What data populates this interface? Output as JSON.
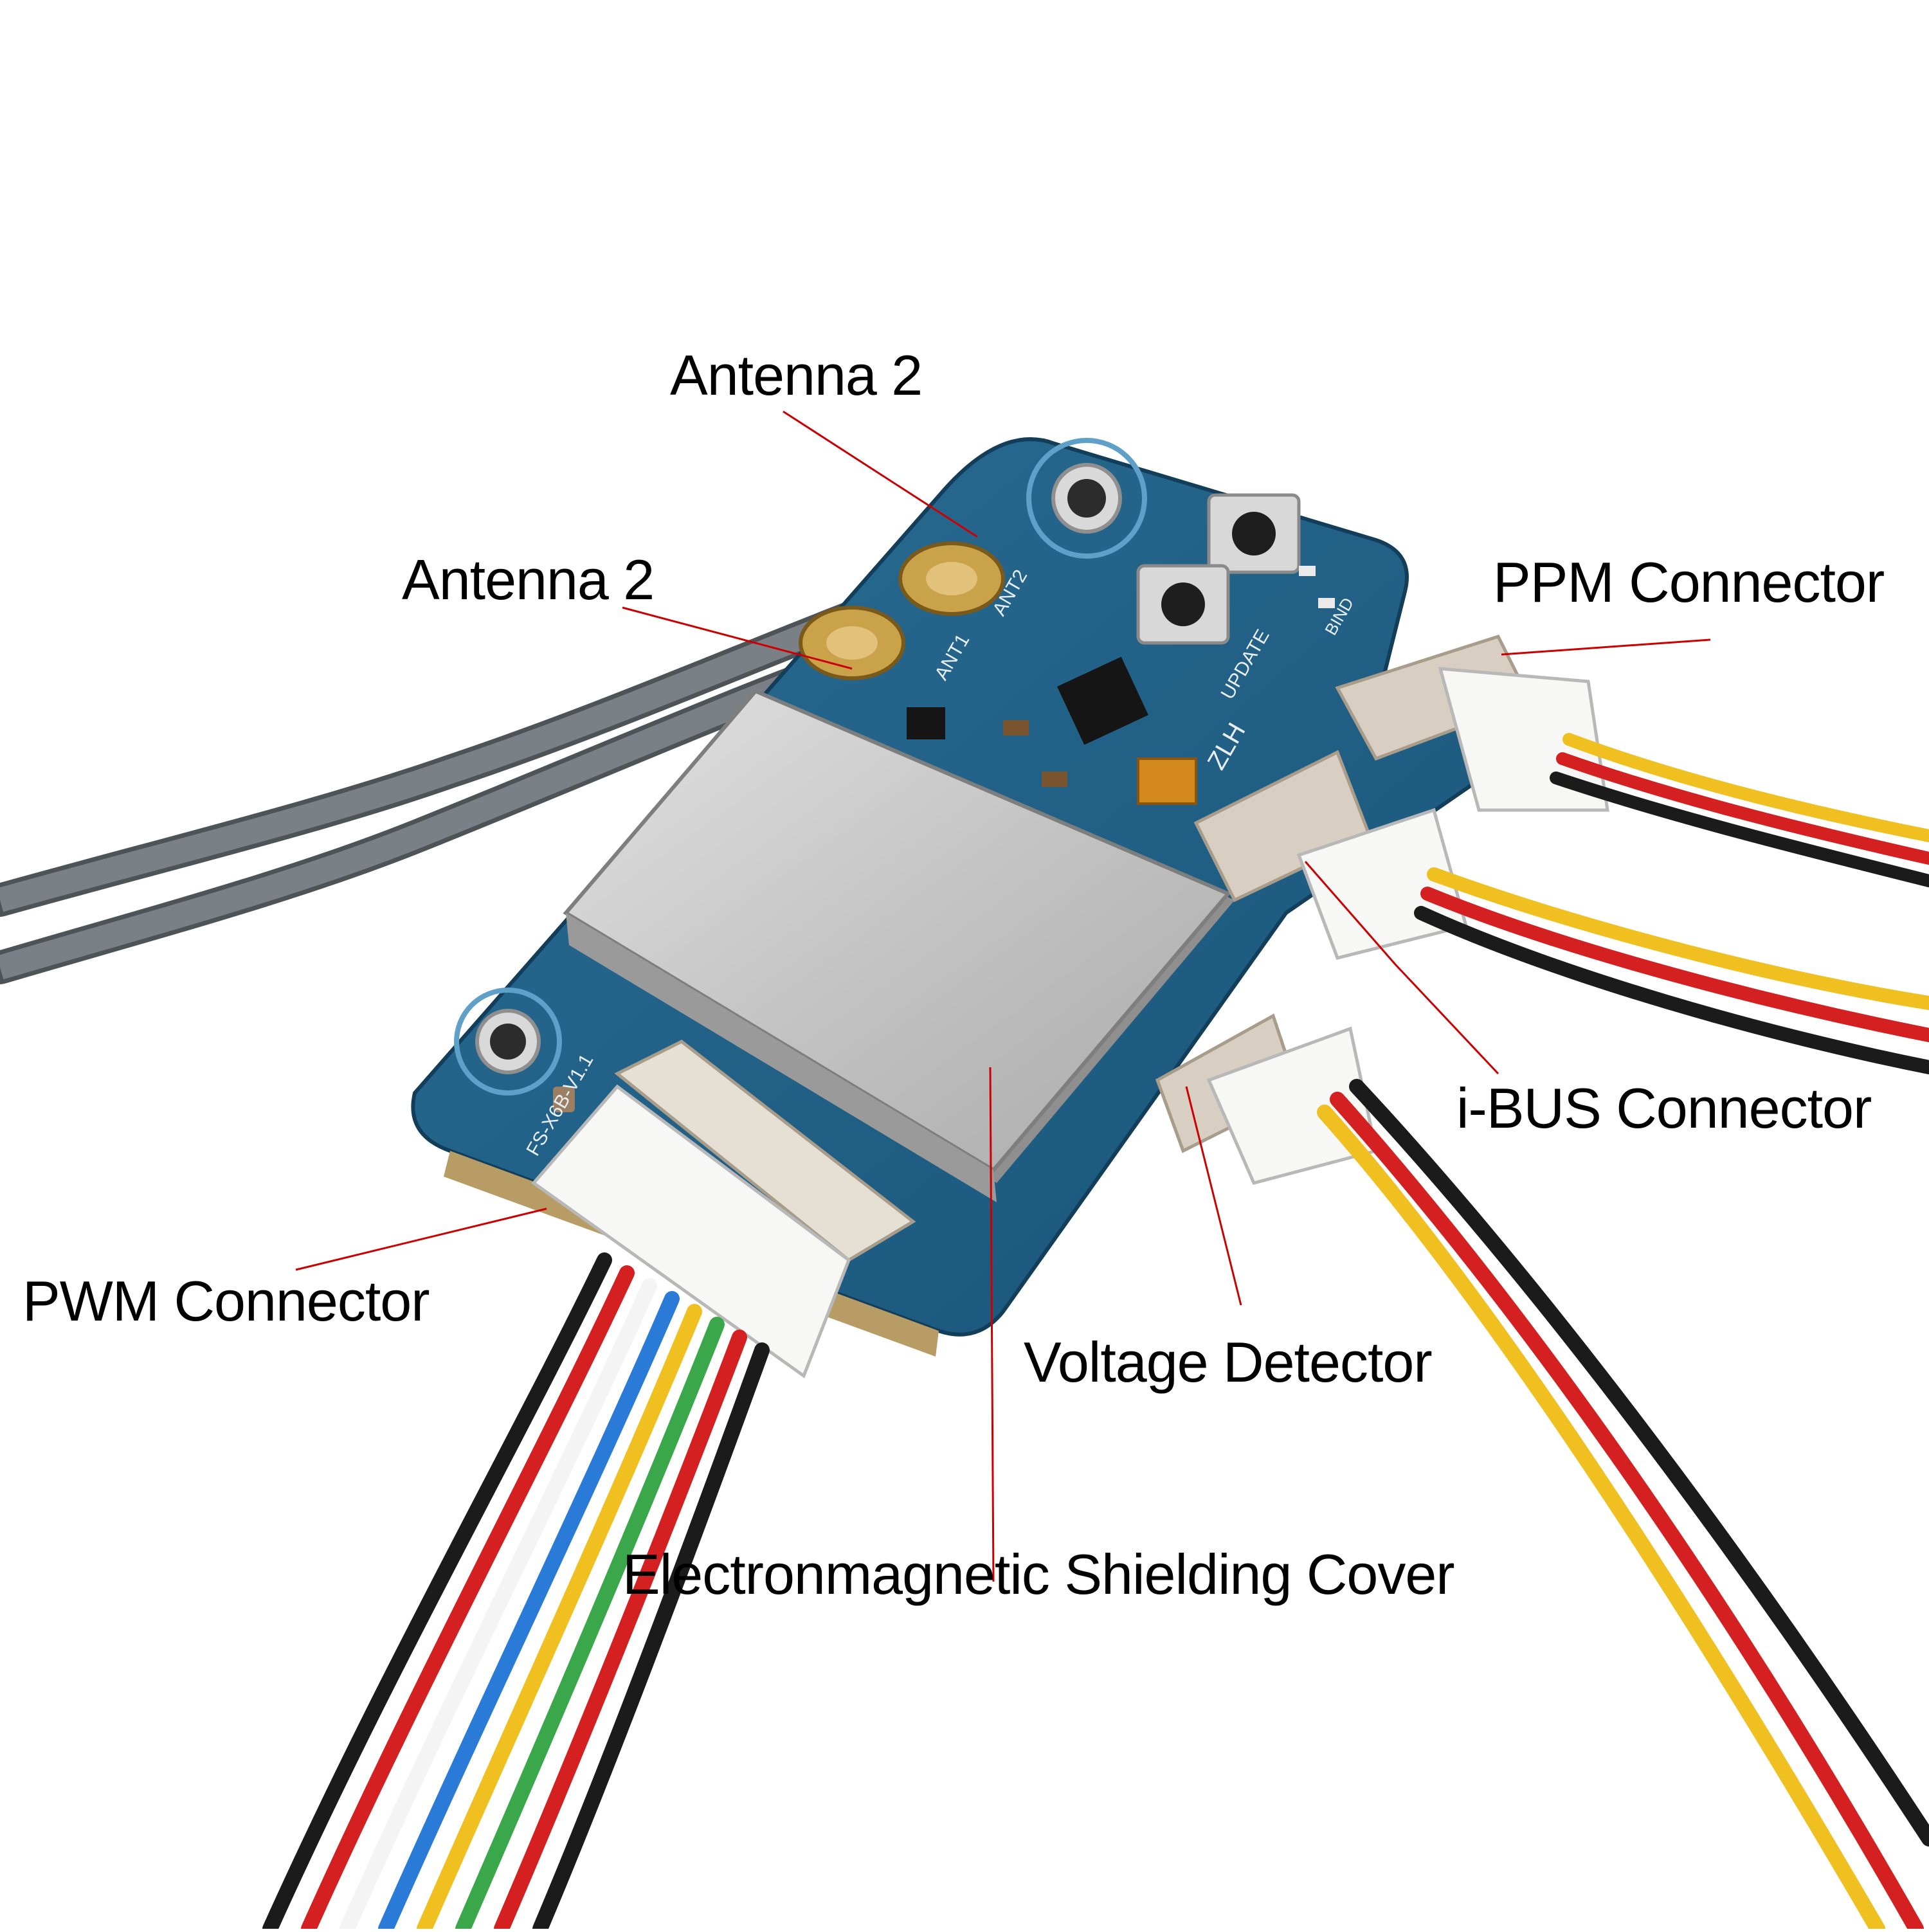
{
  "labels": {
    "antenna_top": "Antenna 2",
    "antenna_side": "Antenna 2",
    "ppm": "PPM Connector",
    "ibus": "i-BUS Connector",
    "pwm": "PWM Connector",
    "voltage": "Voltage Detector",
    "shield": "Electronmagnetic Shielding Cover"
  },
  "silkscreen": {
    "ant1": "ANT1",
    "ant2": "ANT2",
    "update": "UPDATE",
    "bind": "BIND",
    "zlh": "ZLH",
    "board": "FS-X6B-V1.1"
  },
  "colors": {
    "pcb": "#1f5f86",
    "leader_line": "#cc0000",
    "shield": "#c9c9c9",
    "connector_housing": "#e6dfd4",
    "wire_red": "#d42020",
    "wire_black": "#1b1b1b",
    "wire_yellow": "#f0c020",
    "wire_blue": "#2a7ad8",
    "wire_green": "#3aa84a",
    "wire_white": "#f4f4f4",
    "antenna_cable": "#666b70",
    "gold": "#c9a24a"
  }
}
